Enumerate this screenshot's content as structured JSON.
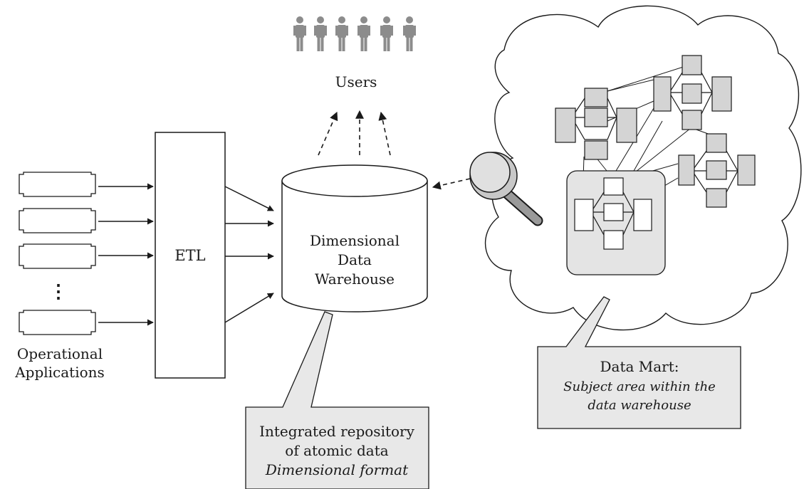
{
  "users": {
    "label": "Users",
    "count": 6
  },
  "etl": {
    "label": "ETL"
  },
  "warehouse": {
    "line1": "Dimensional",
    "line2": "Data",
    "line3": "Warehouse"
  },
  "sources": {
    "label_line1": "Operational",
    "label_line2": "Applications",
    "visible_boxes": 4,
    "ellipsis": "⋮"
  },
  "callout_repository": {
    "line1": "Integrated repository",
    "line2": "of atomic data",
    "line3": "Dimensional format"
  },
  "callout_datamart": {
    "line1": "Data Mart:",
    "line2": "Subject area within the",
    "line3": "data warehouse"
  },
  "colors": {
    "stroke": "#1a1a1a",
    "gray_fill": "#d4d4d4",
    "highlight_fill": "#e4e4e4",
    "callout_fill": "#e8e8e8",
    "people": "#8c8c8c"
  },
  "icons": [
    "person-icon",
    "magnifier-icon",
    "star-schema-icon",
    "cloud-shape"
  ]
}
